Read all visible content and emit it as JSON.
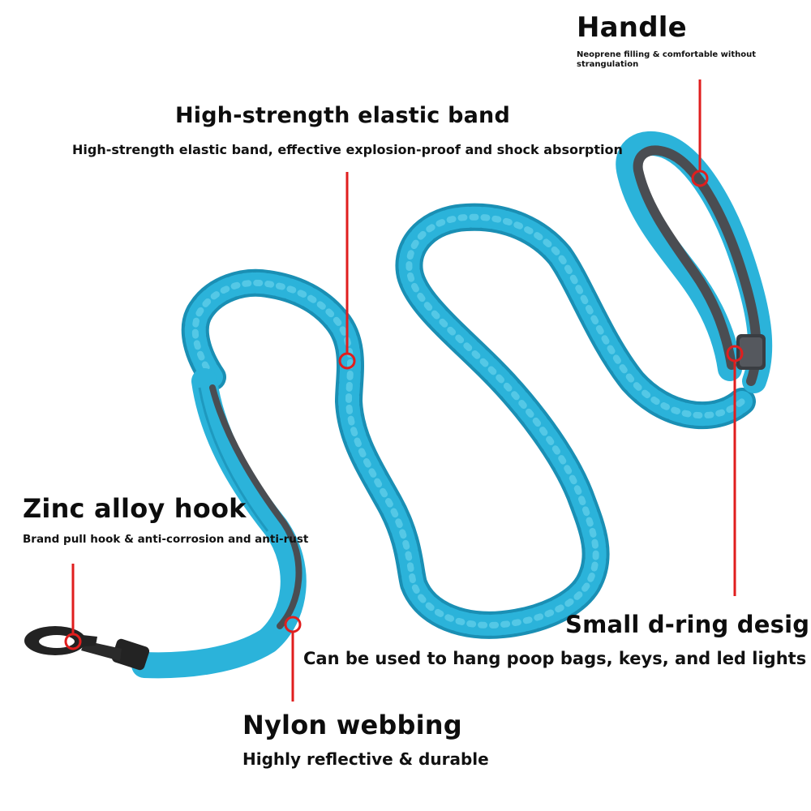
{
  "callouts": {
    "handle": {
      "title": "Handle",
      "subtitle": "Neoprene filling & comfortable without strangulation"
    },
    "elastic": {
      "title": "High-strength elastic band",
      "subtitle": "High-strength elastic band, effective explosion-proof and shock absorption"
    },
    "hook": {
      "title": "Zinc alloy hook",
      "subtitle": "Brand pull hook & anti-corrosion and anti-rust"
    },
    "dring": {
      "title": "Small d-ring design",
      "subtitle": "Can be used to hang poop bags, keys, and led lights"
    },
    "nylon": {
      "title": "Nylon webbing",
      "subtitle": "Highly reflective & durable"
    }
  },
  "colors": {
    "leash": "#2bb3da",
    "leash_dark": "#1a8fb4",
    "padding": "#4a4d52",
    "hardware": "#232323",
    "pointer": "#e01e1e",
    "background": "#ffffff"
  },
  "icons": [
    "leash-product-image",
    "pointer-marker"
  ]
}
